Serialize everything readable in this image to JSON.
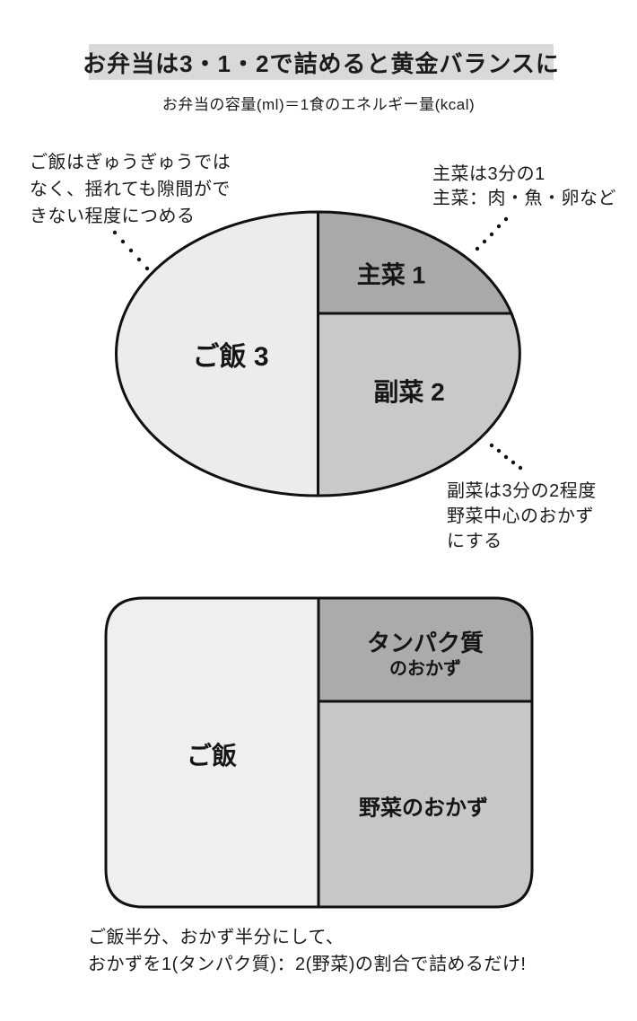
{
  "title": "お弁当は3・1・2で詰めると黄金バランスに",
  "subtitle": "お弁当の容量(ml)＝1食のエネルギー量(kcal)",
  "plate": {
    "rice_label": "ご飯 3",
    "main_label": "主菜 1",
    "side_label": "副菜 2"
  },
  "annotations": {
    "rice": "ご飯はぎゅうぎゅうでは\nなく、揺れても隙間がで\nきない程度につめる",
    "main": "主菜は3分の1\n主菜：肉・魚・卵など",
    "side": "副菜は3分の2程度\n野菜中心のおかず\nにする"
  },
  "bento": {
    "rice_label": "ご飯",
    "protein_label_line1": "タンパク質",
    "protein_label_line2": "のおかず",
    "veg_label": "野菜のおかず"
  },
  "caption": "ご飯半分、おかず半分にして、\nおかずを1(タンパク質)：2(野菜)の割合で詰めるだけ!",
  "colors": {
    "banner_bg": "#d9d9d9",
    "plate_rice": "#ececec",
    "plate_main": "#a9a9a9",
    "plate_side": "#c9c9c9",
    "bento_rice": "#efefef",
    "bento_protein": "#ababab",
    "bento_veg": "#c7c7c7",
    "outline": "#111111"
  }
}
